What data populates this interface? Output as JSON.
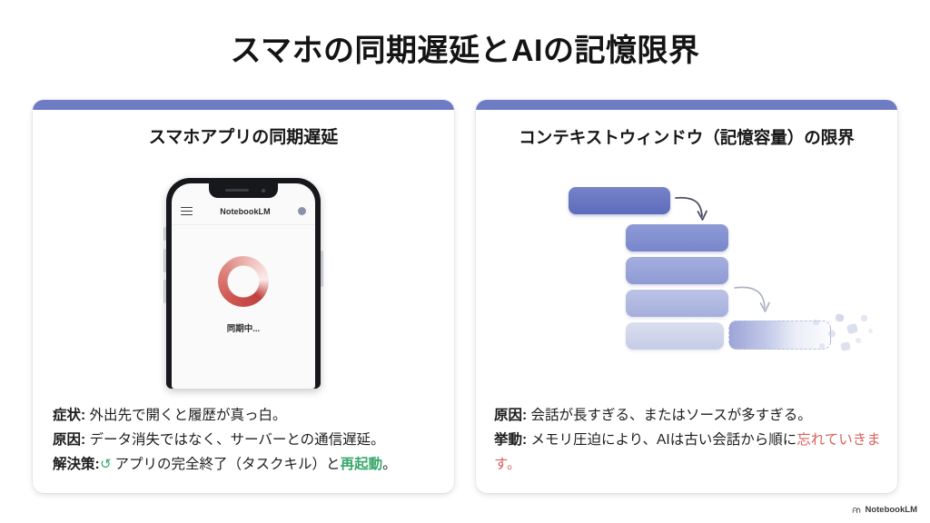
{
  "slide": {
    "title": "スマホの同期遅延とAIの記憶限界",
    "background_color": "#ffffff",
    "accent_color": "#6e7cc4"
  },
  "cards": {
    "left": {
      "title": "スマホアプリの同期遅延",
      "phone": {
        "app_title": "NotebookLM",
        "menu_icon": "hamburger-icon",
        "avatar_icon": "avatar-dot-icon",
        "spinner_icon": "loading-spinner-icon",
        "spinner_color": "#c0413f",
        "status_text": "同期中..."
      },
      "lines": [
        {
          "label": "症状:",
          "text": " 外出先で開くと履歴が真っ白。"
        },
        {
          "label": "原因:",
          "text": " データ消失ではなく、サーバーとの通信遅延。"
        },
        {
          "label": "解決策:",
          "icon": "refresh-icon",
          "icon_glyph": "↻",
          "icon_color": "#3aa76d",
          "text_before": " アプリの完全終了（タスクキル）と",
          "highlight": "再起動",
          "highlight_color": "#3aa76d",
          "text_after": "。"
        }
      ]
    },
    "right": {
      "title": "コンテキストウィンドウ（記憶容量）の限界",
      "diagram": {
        "type": "memory-decay-bars",
        "bar_count": 5,
        "bar_colors": [
          "#5d6cbb",
          "#7886cb",
          "#8e9ad3",
          "#a5afdb",
          "#c6cce6"
        ],
        "dissolving_bar_label": "fading-memory-block",
        "arrow_icons": [
          "curved-arrow-icon",
          "curved-arrow-icon"
        ],
        "fragment_count": 9
      },
      "lines": [
        {
          "label": "原因:",
          "text": " 会話が長すぎる、またはソースが多すぎる。"
        },
        {
          "label": "挙動:",
          "text_before": " メモリ圧迫により、AIは古い会話から順に",
          "highlight": "忘れていきます。",
          "highlight_color": "#d9625e"
        }
      ]
    }
  },
  "watermark": {
    "label": "NotebookLM",
    "logo_icon": "notebooklm-logo-icon"
  }
}
